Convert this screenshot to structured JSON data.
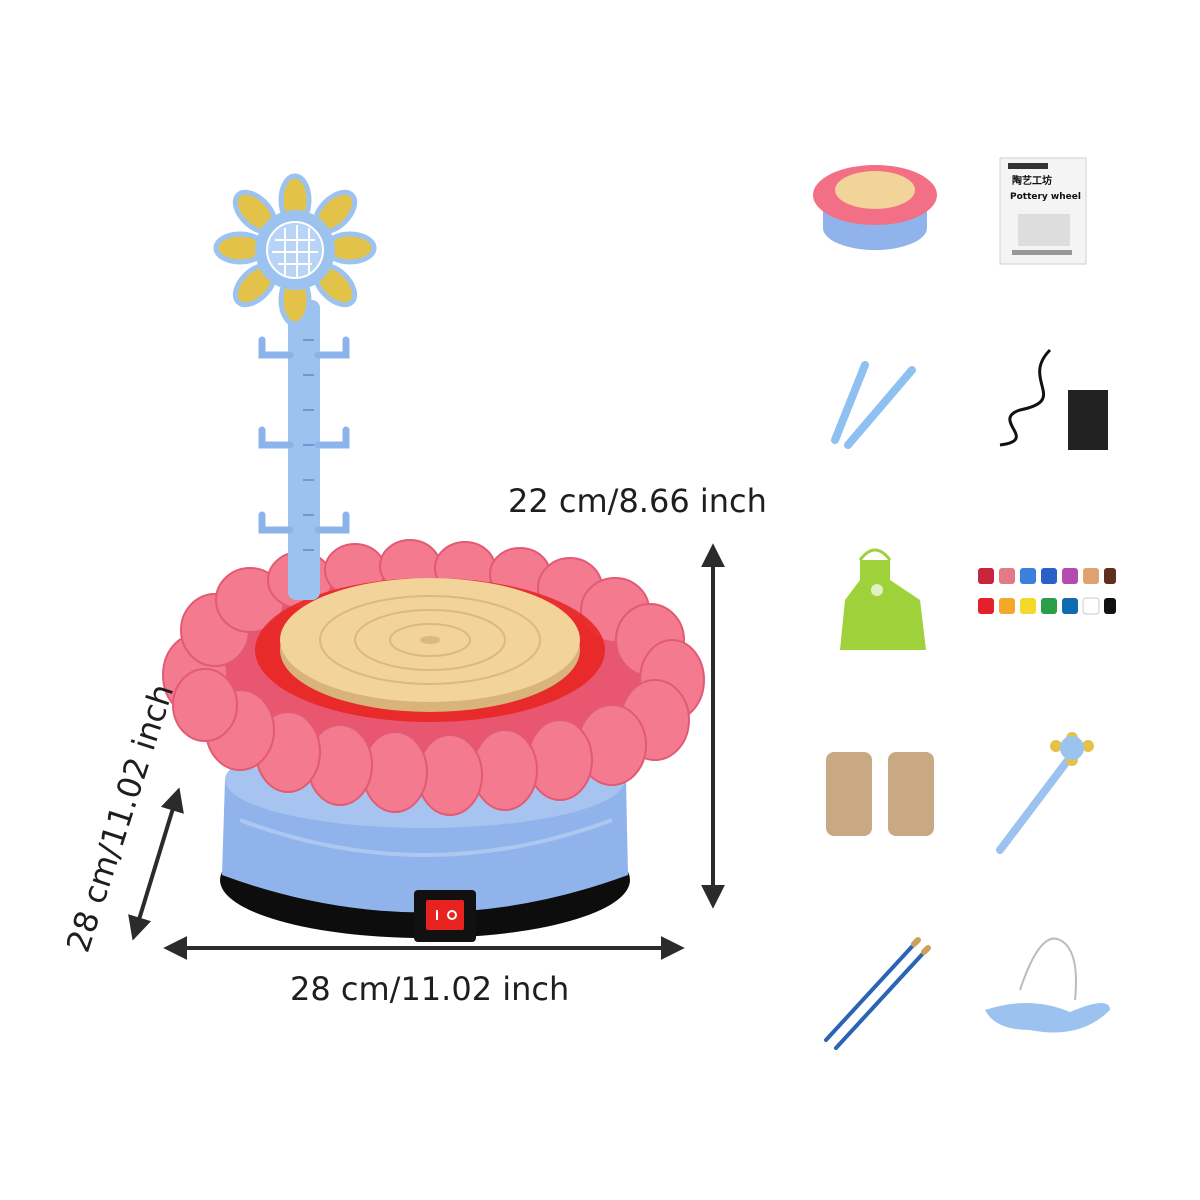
{
  "dimensions": {
    "height_label": "22 cm/8.66 inch",
    "width_label": "28 cm/11.02 inch",
    "depth_label": "28 cm/11.02 inch"
  },
  "manual": {
    "title_cn": "陶艺工坊",
    "title_en": "Pottery wheel"
  },
  "colors": {
    "base_blue": "#8fb3ea",
    "petal_pink": "#f26f86",
    "turntable_beige": "#f2d39a",
    "stem_blue": "#9cc3f0",
    "petal_yellow": "#e3c24a",
    "apron_green": "#9fd13a",
    "switch_red": "#e8221f"
  },
  "accessories": [
    "pottery-wheel",
    "instruction-manual",
    "clay-sculpting-tools",
    "usb-cable-and-sponge",
    "apron",
    "paint-set",
    "clay-blocks",
    "tool-rack",
    "paint-brushes",
    "water-tray"
  ]
}
